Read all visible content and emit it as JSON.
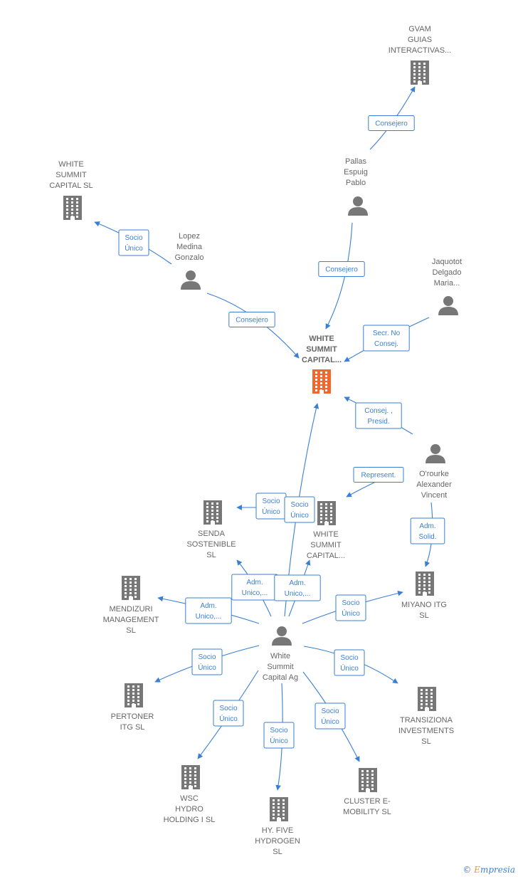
{
  "nodes": {
    "center": {
      "lines": [
        "WHITE",
        "SUMMIT",
        "CAPITAL..."
      ],
      "kind": "company-main"
    },
    "gvam": {
      "lines": [
        "GVAM",
        "GUIAS",
        "INTERACTIVAS..."
      ],
      "kind": "company"
    },
    "pallas": {
      "lines": [
        "Pallas",
        "Espuig",
        "Pablo"
      ],
      "kind": "person"
    },
    "wsc_top": {
      "lines": [
        "WHITE",
        "SUMMIT",
        "CAPITAL SL"
      ],
      "kind": "company"
    },
    "lopez": {
      "lines": [
        "Lopez",
        "Medina",
        "Gonzalo"
      ],
      "kind": "person"
    },
    "jaquotot": {
      "lines": [
        "Jaquotot",
        "Delgado",
        "Maria..."
      ],
      "kind": "person"
    },
    "orourke": {
      "lines": [
        "O'rourke",
        "Alexander",
        "Vincent"
      ],
      "kind": "person"
    },
    "senda": {
      "lines": [
        "SENDA",
        "SOSTENIBLE",
        "SL"
      ],
      "kind": "company"
    },
    "wsc_mid": {
      "lines": [
        "WHITE",
        "SUMMIT",
        "CAPITAL..."
      ],
      "kind": "company"
    },
    "miyano": {
      "lines": [
        "MIYANO ITG",
        "SL"
      ],
      "kind": "company"
    },
    "mendizuri": {
      "lines": [
        "MENDIZURI",
        "MANAGEMENT",
        "SL"
      ],
      "kind": "company"
    },
    "wsc_ag": {
      "lines": [
        "White",
        "Summit",
        "Capital Ag"
      ],
      "kind": "person"
    },
    "pertoner": {
      "lines": [
        "PERTONER",
        "ITG  SL"
      ],
      "kind": "company"
    },
    "transiziona": {
      "lines": [
        "TRANSIZIONA",
        "INVESTMENTS",
        "SL"
      ],
      "kind": "company"
    },
    "wsc_hydro": {
      "lines": [
        "WSC",
        "HYDRO",
        "HOLDING I  SL"
      ],
      "kind": "company"
    },
    "hy_five": {
      "lines": [
        "HY. FIVE",
        "HYDROGEN",
        "SL"
      ],
      "kind": "company"
    },
    "cluster": {
      "lines": [
        "CLUSTER E-",
        "MOBILITY  SL"
      ],
      "kind": "company"
    }
  },
  "edges": [
    {
      "id": "pallas-gvam",
      "label": [
        "Consejero"
      ]
    },
    {
      "id": "pallas-center",
      "label": [
        "Consejero"
      ]
    },
    {
      "id": "lopez-wsc_top",
      "label": [
        "Socio",
        "Único"
      ]
    },
    {
      "id": "lopez-center",
      "label": [
        "Consejero"
      ]
    },
    {
      "id": "jaquotot-center",
      "label": [
        "Secr.  No",
        "Consej."
      ]
    },
    {
      "id": "orourke-center",
      "label": [
        "Consej. ,",
        "Presid."
      ]
    },
    {
      "id": "orourke-wsc_mid",
      "label": [
        "Represent."
      ]
    },
    {
      "id": "orourke-miyano",
      "label": [
        "Adm.",
        "Solid."
      ]
    },
    {
      "id": "ag-senda",
      "label": [
        "Socio",
        "Único"
      ]
    },
    {
      "id": "ag-center",
      "label": [
        "Socio",
        "Único"
      ]
    },
    {
      "id": "ag-senda-adm",
      "label": [
        "Adm.",
        "Unico,..."
      ]
    },
    {
      "id": "ag-wsc_mid-adm",
      "label": [
        "Adm.",
        "Unico,..."
      ]
    },
    {
      "id": "ag-mendizuri",
      "label": [
        "Adm.",
        "Unico,..."
      ]
    },
    {
      "id": "ag-miyano",
      "label": [
        "Socio",
        "Único"
      ]
    },
    {
      "id": "ag-pertoner",
      "label": [
        "Socio",
        "Único"
      ]
    },
    {
      "id": "ag-transiziona",
      "label": [
        "Socio",
        "Único"
      ]
    },
    {
      "id": "ag-wsc_hydro",
      "label": [
        "Socio",
        "Único"
      ]
    },
    {
      "id": "ag-hy_five",
      "label": [
        "Socio",
        "Único"
      ]
    },
    {
      "id": "ag-cluster",
      "label": [
        "Socio",
        "Único"
      ]
    }
  ],
  "brand": {
    "copyright": "©",
    "first_letter": "E",
    "rest": "mpresia"
  },
  "colors": {
    "edge": "#3a7fd5",
    "node": "#777777",
    "main_node": "#f2672e",
    "label": "#666666"
  }
}
